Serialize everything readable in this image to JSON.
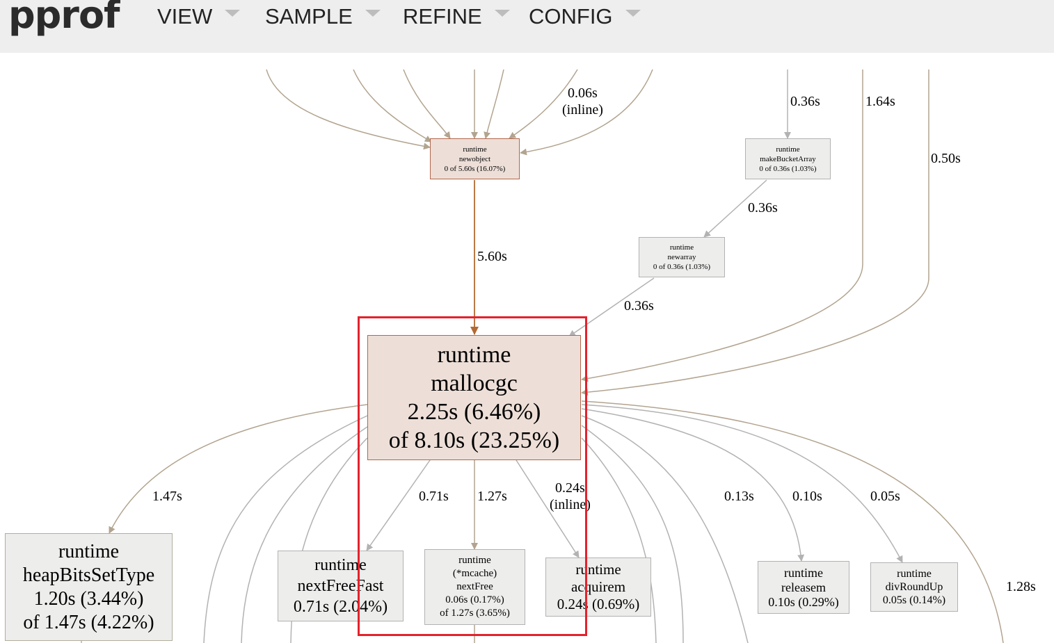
{
  "header": {
    "logo": "pprof",
    "menus": [
      "VIEW",
      "SAMPLE",
      "REFINE",
      "CONFIG"
    ]
  },
  "nodes": {
    "newobject": {
      "pkg": "runtime",
      "func": "newobject",
      "stats": "0 of 5.60s (16.07%)"
    },
    "makeBucketArray": {
      "pkg": "runtime",
      "func": "makeBucketArray",
      "stats": "0 of 0.36s (1.03%)"
    },
    "newarray": {
      "pkg": "runtime",
      "func": "newarray",
      "stats": "0 of 0.36s (1.03%)"
    },
    "mallocgc": {
      "pkg": "runtime",
      "func": "mallocgc",
      "flat": "2.25s (6.46%)",
      "cum": "of 8.10s (23.25%)"
    },
    "heapBitsSetType": {
      "pkg": "runtime",
      "func": "heapBitsSetType",
      "flat": "1.20s (3.44%)",
      "cum": "of 1.47s (4.22%)"
    },
    "nextFreeFast": {
      "pkg": "runtime",
      "func": "nextFreeFast",
      "flat": "0.71s (2.04%)"
    },
    "nextFree": {
      "pkg": "runtime",
      "recv": "(*mcache)",
      "func": "nextFree",
      "flat": "0.06s (0.17%)",
      "cum": "of 1.27s (3.65%)"
    },
    "acquirem": {
      "pkg": "runtime",
      "func": "acquirem",
      "flat": "0.24s (0.69%)"
    },
    "releasem": {
      "pkg": "runtime",
      "func": "releasem",
      "flat": "0.10s (0.29%)"
    },
    "divRoundUp": {
      "pkg": "runtime",
      "func": "divRoundUp",
      "flat": "0.05s (0.14%)"
    }
  },
  "edge_labels": {
    "inline_top_time": "0.06s",
    "inline_top_tag": "(inline)",
    "to_makeBucketArray": "0.36s",
    "to_mallocgc_164": "1.64s",
    "to_mallocgc_050": "0.50s",
    "mba_to_newarray": "0.36s",
    "newobject_to_mallocgc": "5.60s",
    "newarray_to_mallocgc": "0.36s",
    "to_heapBitsSetType": "1.47s",
    "to_nextFreeFast": "0.71s",
    "to_nextFree": "1.27s",
    "to_acquirem_time": "0.24s",
    "to_acquirem_tag": "(inline)",
    "to_013": "0.13s",
    "to_releasem": "0.10s",
    "to_divRoundUp": "0.05s",
    "to_128": "1.28s"
  },
  "colors": {
    "header_bg": "#eeeeee",
    "edge_gray": "#b2b2b2",
    "edge_tan": "#b2a48f",
    "edge_brown": "#b26a32",
    "node_hot_bg": "#eddfd8",
    "node_hot_border": "#b2664a",
    "node_cool_bg": "#ededec",
    "highlight": "#e3222b"
  }
}
